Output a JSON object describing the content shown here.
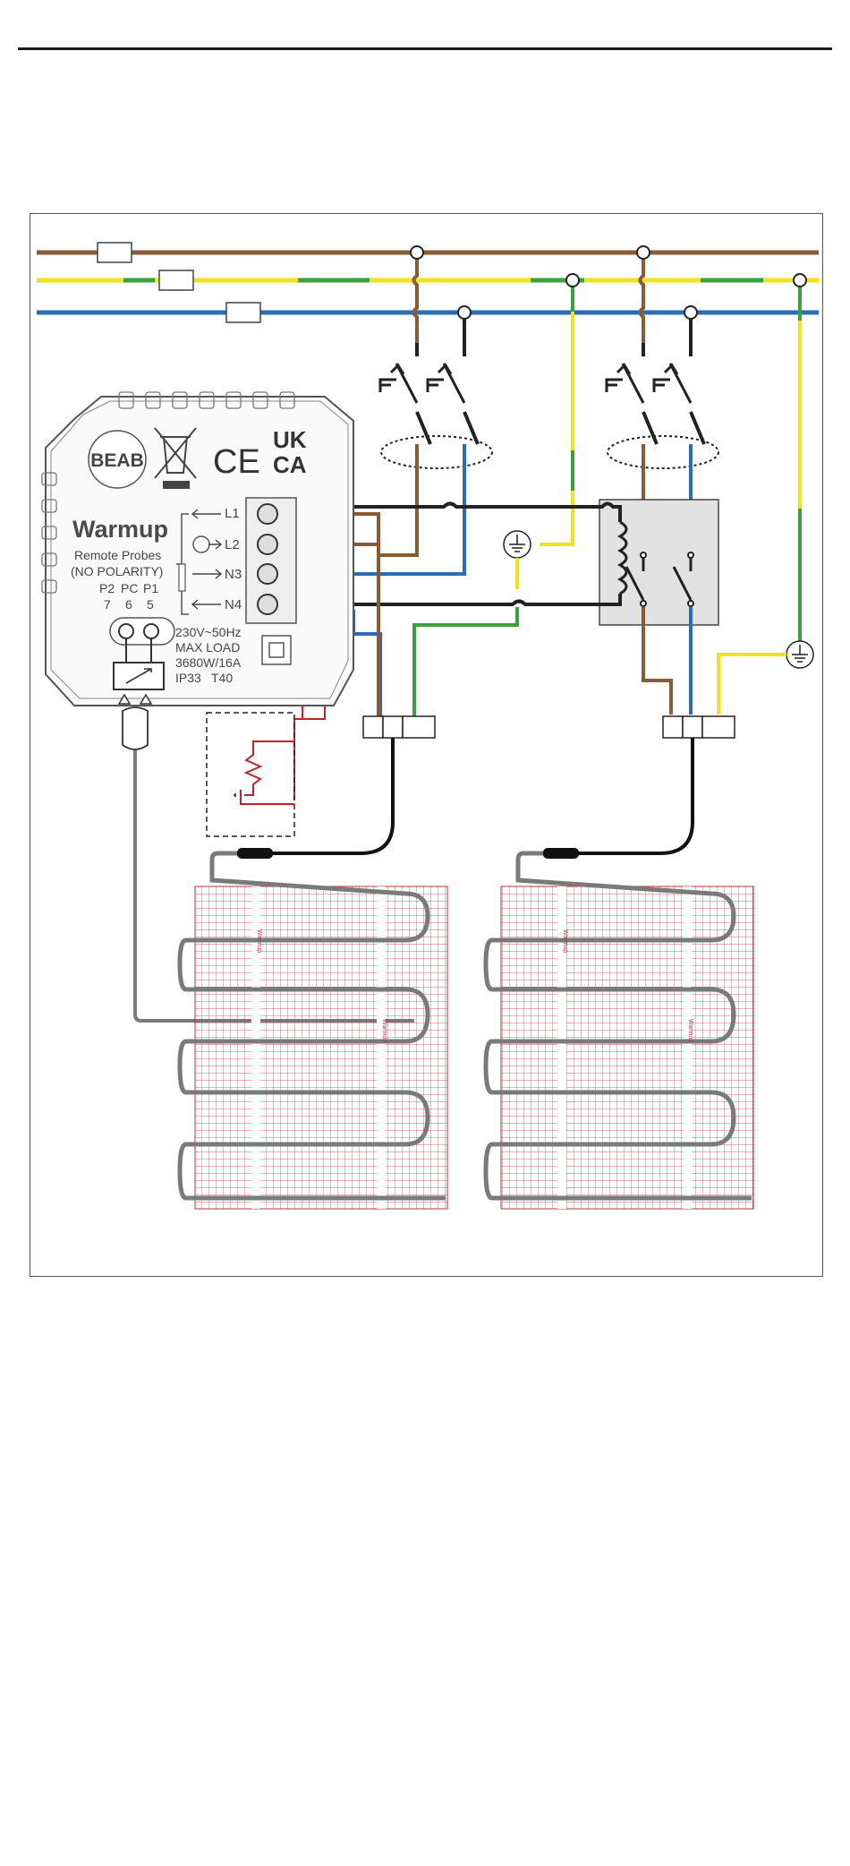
{
  "thermostat": {
    "brand_badge": "BEAB",
    "brand": "Warmup",
    "probes_title": "Remote Probes",
    "probes_note": "(NO POLARITY)",
    "probe_terminal_labels": [
      "P2",
      "PC",
      "P1"
    ],
    "probe_terminal_numbers": [
      "7",
      "6",
      "5"
    ],
    "terminals": [
      "L1",
      "L2",
      "N3",
      "N4"
    ],
    "specs": [
      "230V~50Hz",
      "MAX LOAD",
      "3680W/16A",
      "IP33",
      "T40"
    ],
    "marks": [
      "CE",
      "UK",
      "CA"
    ]
  },
  "mat_label": "Warmup",
  "wire_colors": {
    "live": "#8a5a32",
    "neutral": "#2a6db5",
    "earth_yellow": "#f2e21b",
    "earth_green": "#3aa040",
    "probe_red": "#c8202a",
    "probe_cable": "#7a7a7a",
    "mat_grid": "#c0303a"
  },
  "icons": [
    "weee-bin-icon",
    "ce-mark-icon",
    "ukca-mark-icon",
    "earth-symbol-icon",
    "sensor-probe-icon",
    "contactor-coil-icon",
    "isolator-switch-icon"
  ]
}
